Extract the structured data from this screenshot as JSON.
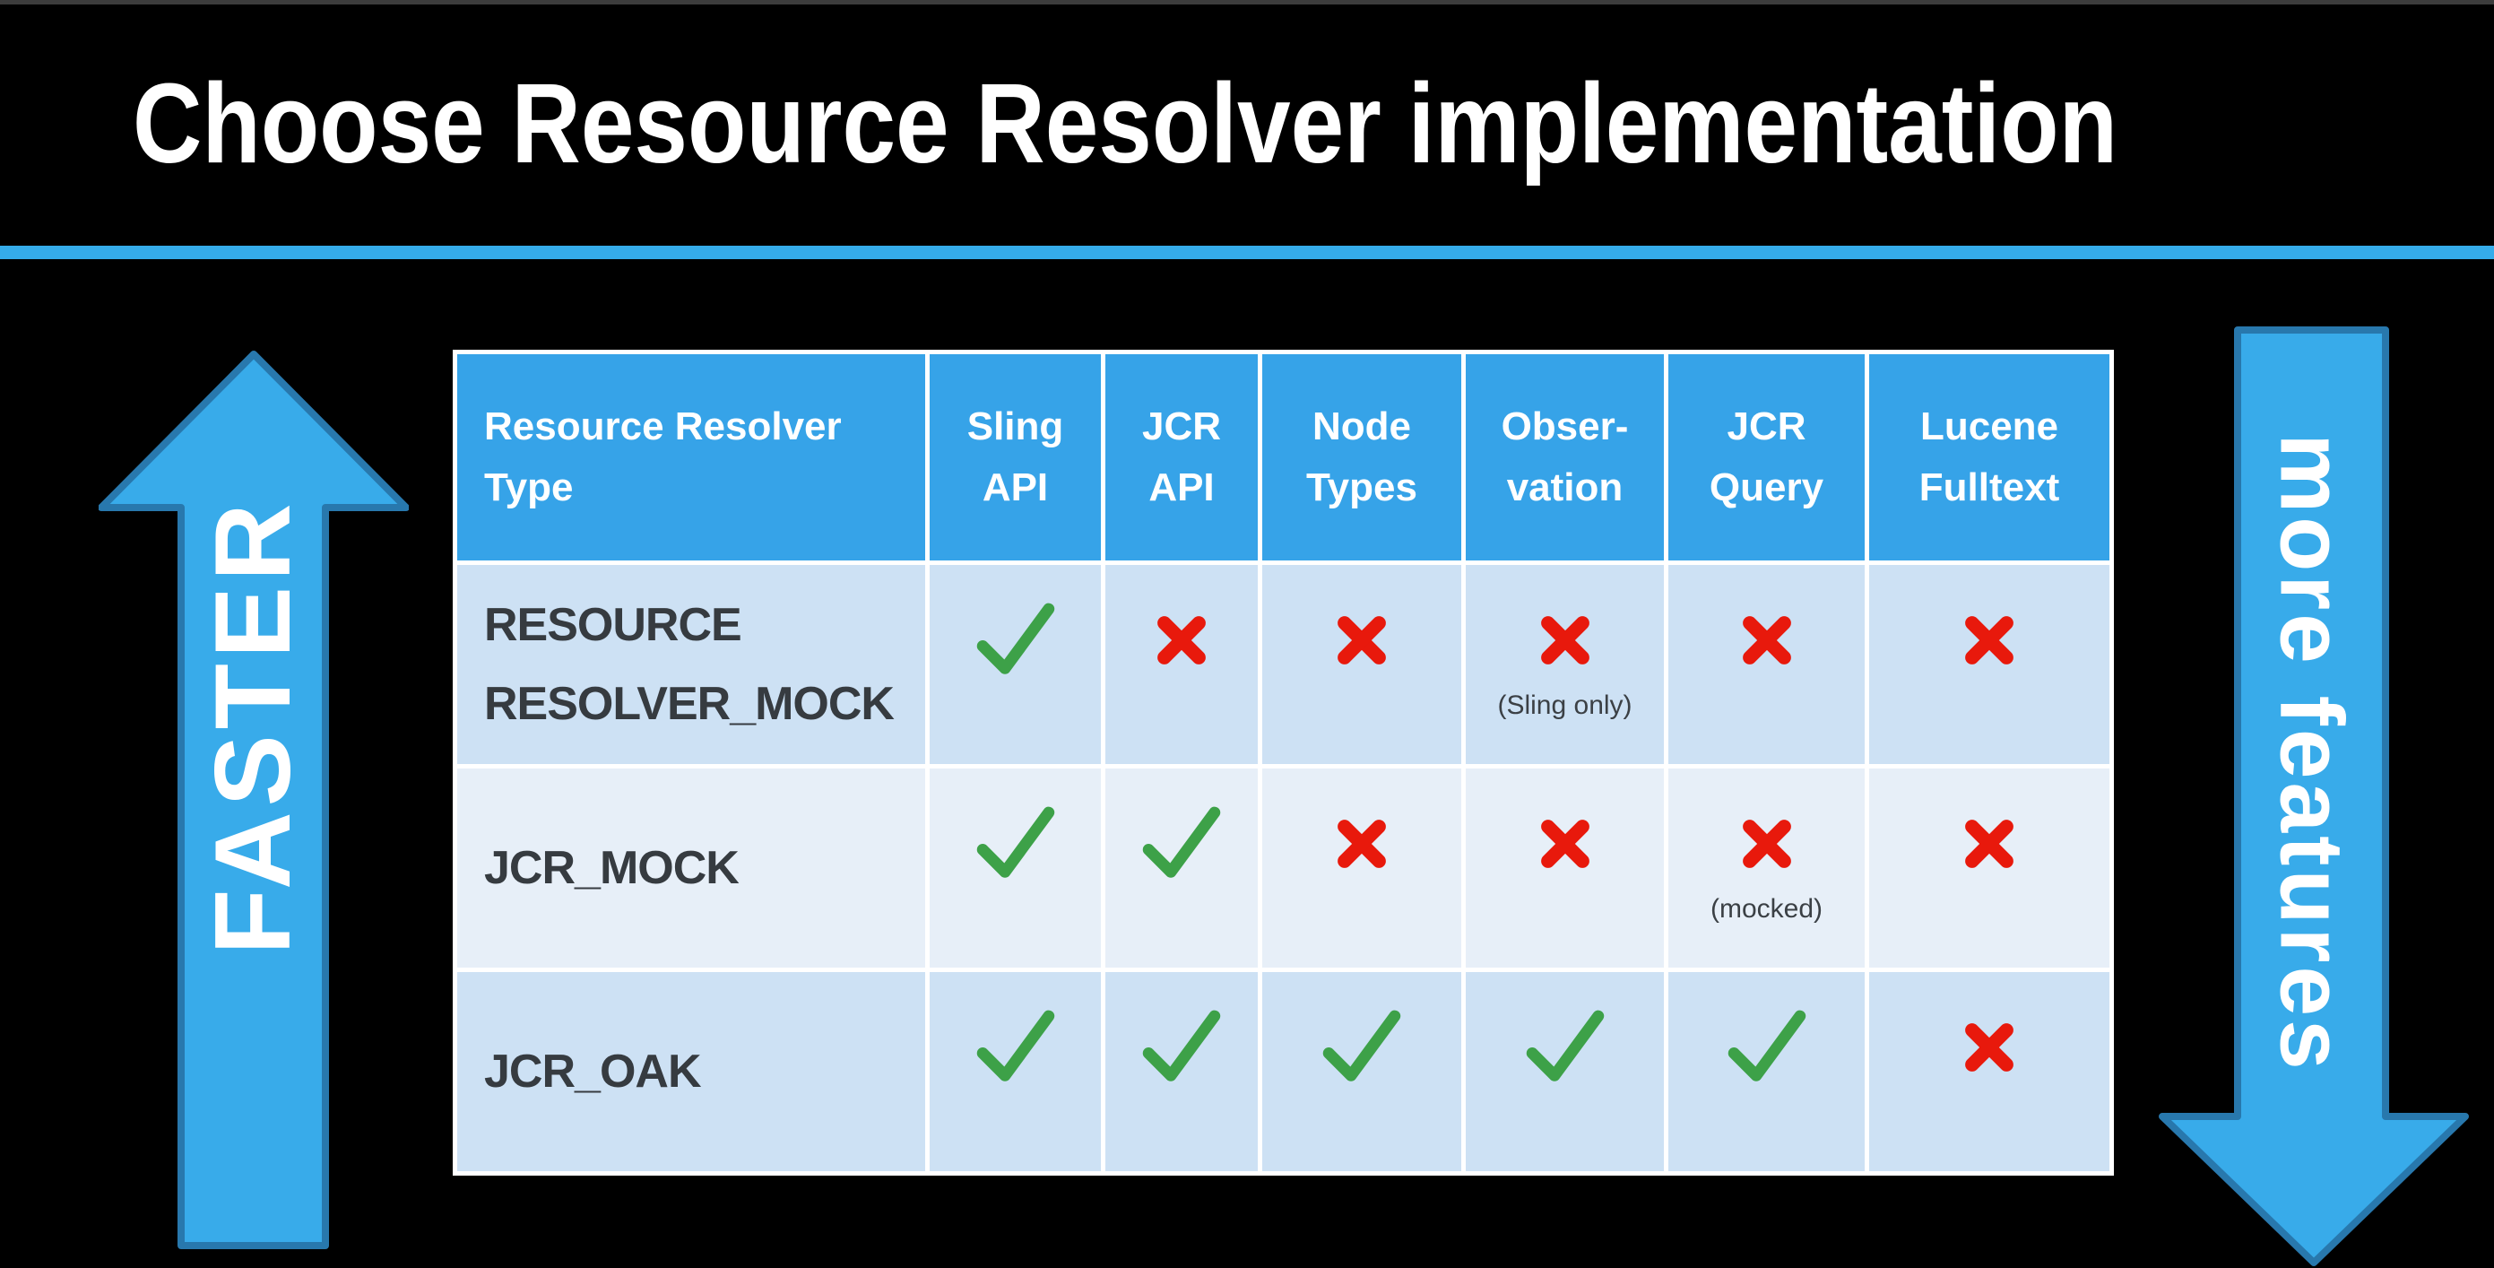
{
  "slide": {
    "title": "Choose Resource Resolver implementation"
  },
  "arrows": {
    "left": {
      "label": "FASTER",
      "direction": "up"
    },
    "right": {
      "label": "more features",
      "direction": "down"
    }
  },
  "table": {
    "columns": [
      "Resource Resolver\nType",
      "Sling\nAPI",
      "JCR\nAPI",
      "Node\nTypes",
      "Obser-\nvation",
      "JCR\nQuery",
      "Lucene\nFulltext"
    ],
    "rows": [
      {
        "label": "RESOURCE\nRESOLVER_MOCK",
        "cells": [
          {
            "mark": "check",
            "note": ""
          },
          {
            "mark": "cross",
            "note": ""
          },
          {
            "mark": "cross",
            "note": ""
          },
          {
            "mark": "cross",
            "note": "(Sling only)"
          },
          {
            "mark": "cross",
            "note": ""
          },
          {
            "mark": "cross",
            "note": ""
          }
        ]
      },
      {
        "label": "JCR_MOCK",
        "cells": [
          {
            "mark": "check",
            "note": ""
          },
          {
            "mark": "check",
            "note": ""
          },
          {
            "mark": "cross",
            "note": ""
          },
          {
            "mark": "cross",
            "note": ""
          },
          {
            "mark": "cross",
            "note": "(mocked)"
          },
          {
            "mark": "cross",
            "note": ""
          }
        ]
      },
      {
        "label": "JCR_OAK",
        "cells": [
          {
            "mark": "check",
            "note": ""
          },
          {
            "mark": "check",
            "note": ""
          },
          {
            "mark": "check",
            "note": ""
          },
          {
            "mark": "check",
            "note": ""
          },
          {
            "mark": "check",
            "note": ""
          },
          {
            "mark": "cross",
            "note": ""
          }
        ]
      }
    ]
  },
  "colors": {
    "background": "#000000",
    "divider_blue": "#35ACEA",
    "header_blue": "#36A3E8",
    "row_band_light": "#CDE1F4",
    "row_band_lighter": "#E7EFF8",
    "arrow_fill": "#38ABEA",
    "arrow_border": "#2878AD",
    "check_green": "#3DA148",
    "cross_red": "#E8190C",
    "label_dark": "#363B40",
    "title_white": "#FFFFFF"
  }
}
